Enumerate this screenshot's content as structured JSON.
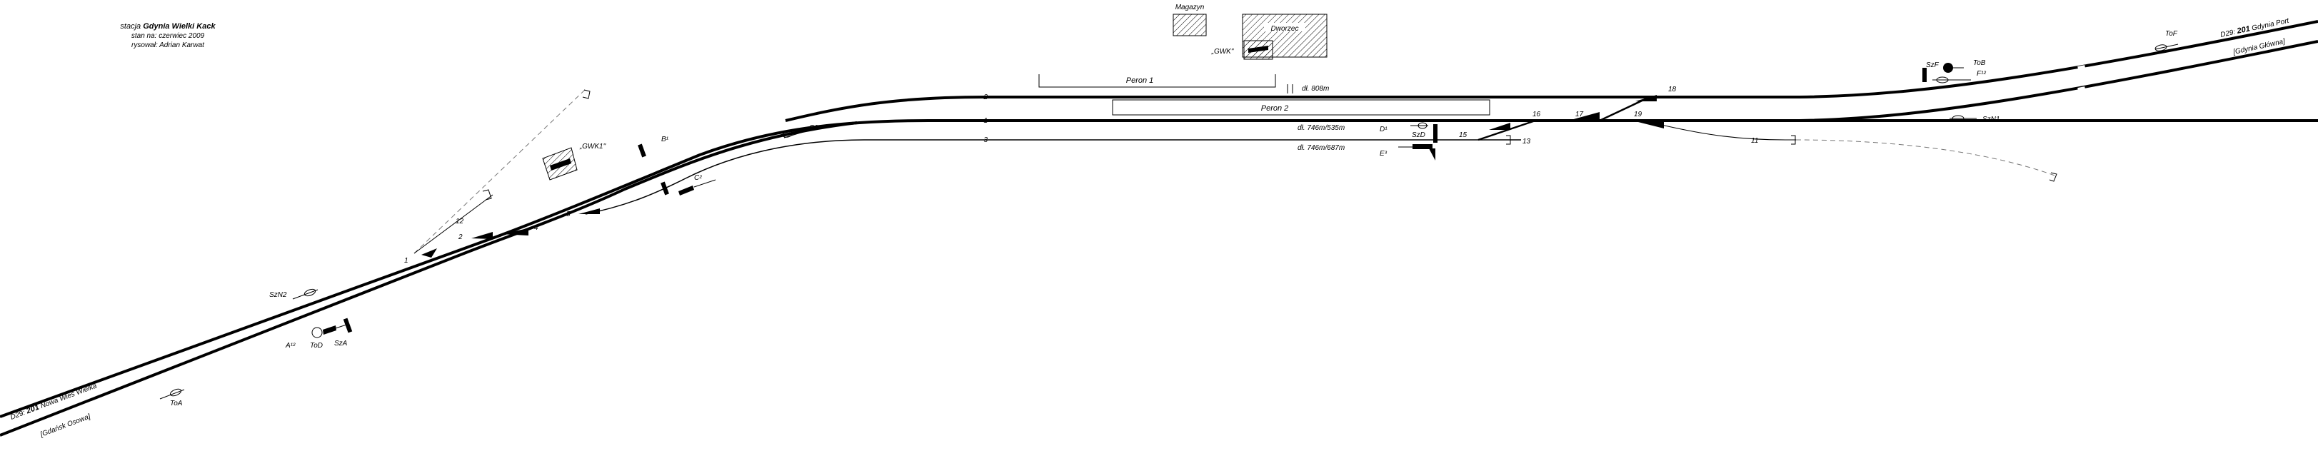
{
  "header": {
    "line1_prefix": "stacja",
    "station_name": "Gdynia Wielki Kack",
    "line2": "stan na: czerwiec 2009",
    "line3": "rysował: Adrian Karwat"
  },
  "buildings": {
    "magazyn": "Magazyn",
    "dworzec": "Dworzec",
    "gwk": "„GWK\"",
    "gwk1": "„GWK1\""
  },
  "platforms": {
    "peron1": "Peron 1",
    "peron2": "Peron 2"
  },
  "tracks": {
    "t1": "1",
    "t2": "2",
    "t3": "3",
    "len2": "dł. 808m",
    "len1": "dł. 746m/535m",
    "len3": "dł. 746m/687m"
  },
  "switches": [
    "1",
    "2",
    "4",
    "5",
    "11",
    "12",
    "13",
    "15",
    "16",
    "17",
    "18",
    "19"
  ],
  "signals": {
    "a": "A¹²",
    "b": "B¹",
    "c1": "C1",
    "c2": "C²",
    "d": "D¹",
    "e": "E³",
    "f": "F¹²",
    "tob": "ToB",
    "toa": "ToA",
    "tod": "ToD",
    "tof": "ToF",
    "sza": "SzA",
    "szd": "SzD",
    "szf": "SzF",
    "szn1": "SzN1",
    "szn2": "SzN2"
  },
  "lines": {
    "west_label": "D29: 201 Nowa Wieś Wielka",
    "west_prefix": "D29:",
    "west_number": "201",
    "west_dest": "Nowa Wieś Wielka",
    "west_sub": "[Gdańsk Osowa]",
    "east_label": "D29: 201 Gdynia Port",
    "east_prefix": "D29:",
    "east_number": "201",
    "east_dest": "Gdynia Port",
    "east_sub": "[Gdynia Główna]"
  }
}
